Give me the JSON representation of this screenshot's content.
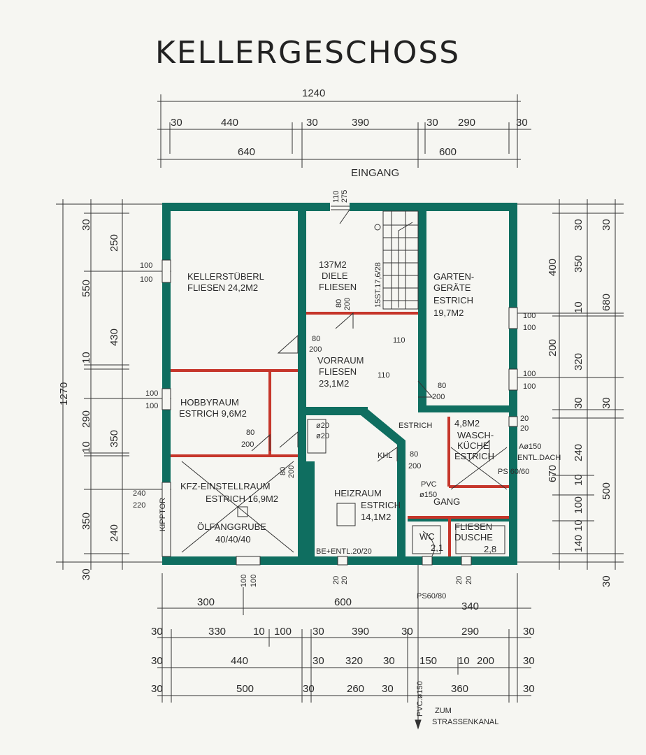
{
  "title": "KELLERGESCHOSS",
  "entrance": "EINGANG",
  "top_dims": {
    "total": "1240",
    "row1": [
      "30",
      "440",
      "30",
      "390",
      "30",
      "290",
      "30"
    ],
    "row2": [
      "640",
      "600"
    ]
  },
  "left_dims": {
    "total": "1270",
    "outer": [
      "30",
      "550",
      "10",
      "290",
      "10",
      "350",
      "30"
    ],
    "inner": [
      "250",
      "430",
      "350",
      "240"
    ]
  },
  "right_dims": {
    "outer": [
      "30",
      "680",
      "30",
      "500",
      "30"
    ],
    "inner": [
      "30",
      "350",
      "10",
      "320",
      "30",
      "240",
      "10",
      "100",
      "10",
      "140"
    ],
    "col": [
      "400",
      "200",
      "670"
    ]
  },
  "bottom_dims": {
    "row1": [
      "300",
      "600",
      "340"
    ],
    "row2": [
      "30",
      "330",
      "10",
      "100",
      "30",
      "390",
      "30",
      "290",
      "30"
    ],
    "row3": [
      "30",
      "440",
      "30",
      "320",
      "30",
      "150",
      "10",
      "200",
      "30"
    ],
    "row4": [
      "30",
      "500",
      "30",
      "260",
      "30",
      "360",
      "30"
    ]
  },
  "rooms": {
    "kellerstueberl": {
      "name": "KELLERSTÜBERL",
      "detail": "FLIESEN 24,2M2"
    },
    "diele": {
      "area": "137M2",
      "name": "DIELE",
      "detail": "FLIESEN"
    },
    "gartengeraete": {
      "name1": "GARTEN-",
      "name2": "GERÄTE",
      "detail1": "ESTRICH",
      "detail2": "19,7M2"
    },
    "vorraum": {
      "name": "VORRAUM",
      "detail1": "FLIESEN",
      "detail2": "23,1M2"
    },
    "hobbyraum": {
      "name": "HOBBYRAUM",
      "detail": "ESTRICH 9,6M2"
    },
    "kfz": {
      "name": "KFZ-EINSTELLRAUM",
      "detail": "ESTRICH 16,9M2",
      "pit1": "ÖLFANGGRUBE",
      "pit2": "40/40/40"
    },
    "heizraum": {
      "name": "HEIZRAUM",
      "detail1": "ESTRICH",
      "detail2": "14,1M2"
    },
    "waschkueche": {
      "area": "4,8M2",
      "name1": "WASCH-",
      "name2": "KÜCHE",
      "detail": "ESTRICH"
    },
    "gang": {
      "name": "GANG"
    },
    "wc": {
      "name": "WC",
      "area": "2,1"
    },
    "dusche": {
      "name1": "FLIESEN",
      "name2": "DUSCHE",
      "area": "2,8"
    }
  },
  "annotations": {
    "window_100_100": "100",
    "door_80": "80",
    "door_200": "200",
    "v110": "110",
    "v275": "275",
    "stairs": "15ST.17,6/28",
    "estrich": "ESTRICH",
    "pvc1": "PVC",
    "pvc2": "ø150",
    "kipptor": "KIPPTOR",
    "garage_door": "240",
    "garage_door2": "220",
    "phi20a": "ø20",
    "phi20b": "ø20",
    "khl": "KHL",
    "be_entl": "BE+ENTL.20/20",
    "a150": "Aø150",
    "entl": "ENTL.DACH",
    "ps60_60": "PS 60/60",
    "ps60_80": "PS60/80",
    "d20": "20",
    "pvc_vert": "PVC.ø150",
    "zum": "ZUM",
    "kanal": "STRASSENKANAL"
  },
  "colors": {
    "wall": "#0f6e60",
    "wall_dark": "#0b5a4e",
    "partition": "#c6362b",
    "line": "#333333",
    "paper": "#f6f6f2"
  }
}
